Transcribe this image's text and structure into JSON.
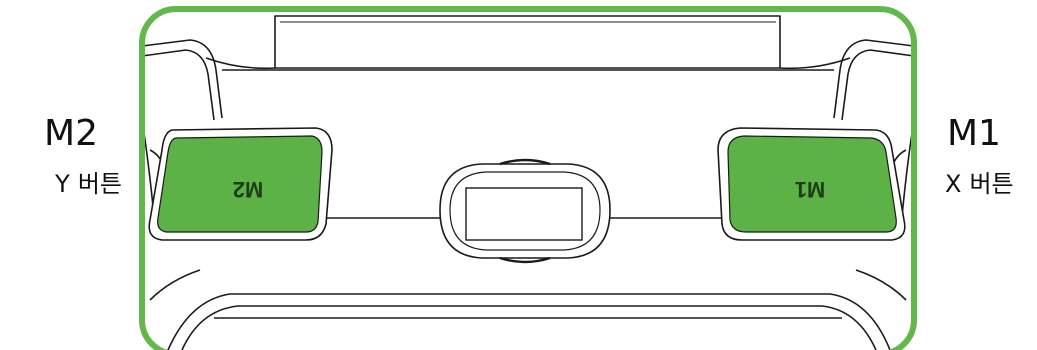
{
  "labels": {
    "m2": {
      "title": "M2",
      "key": "Y",
      "text": "버튼"
    },
    "m1": {
      "title": "M1",
      "key": "X",
      "text": "버튼"
    }
  },
  "buttons": {
    "m2_engraving": "M2",
    "m1_engraving": "M1"
  },
  "colors": {
    "frame": "#62b84a",
    "button_fill": "#5cb246",
    "outline": "#1a1a1a",
    "text": "#111111",
    "background": "#ffffff"
  }
}
